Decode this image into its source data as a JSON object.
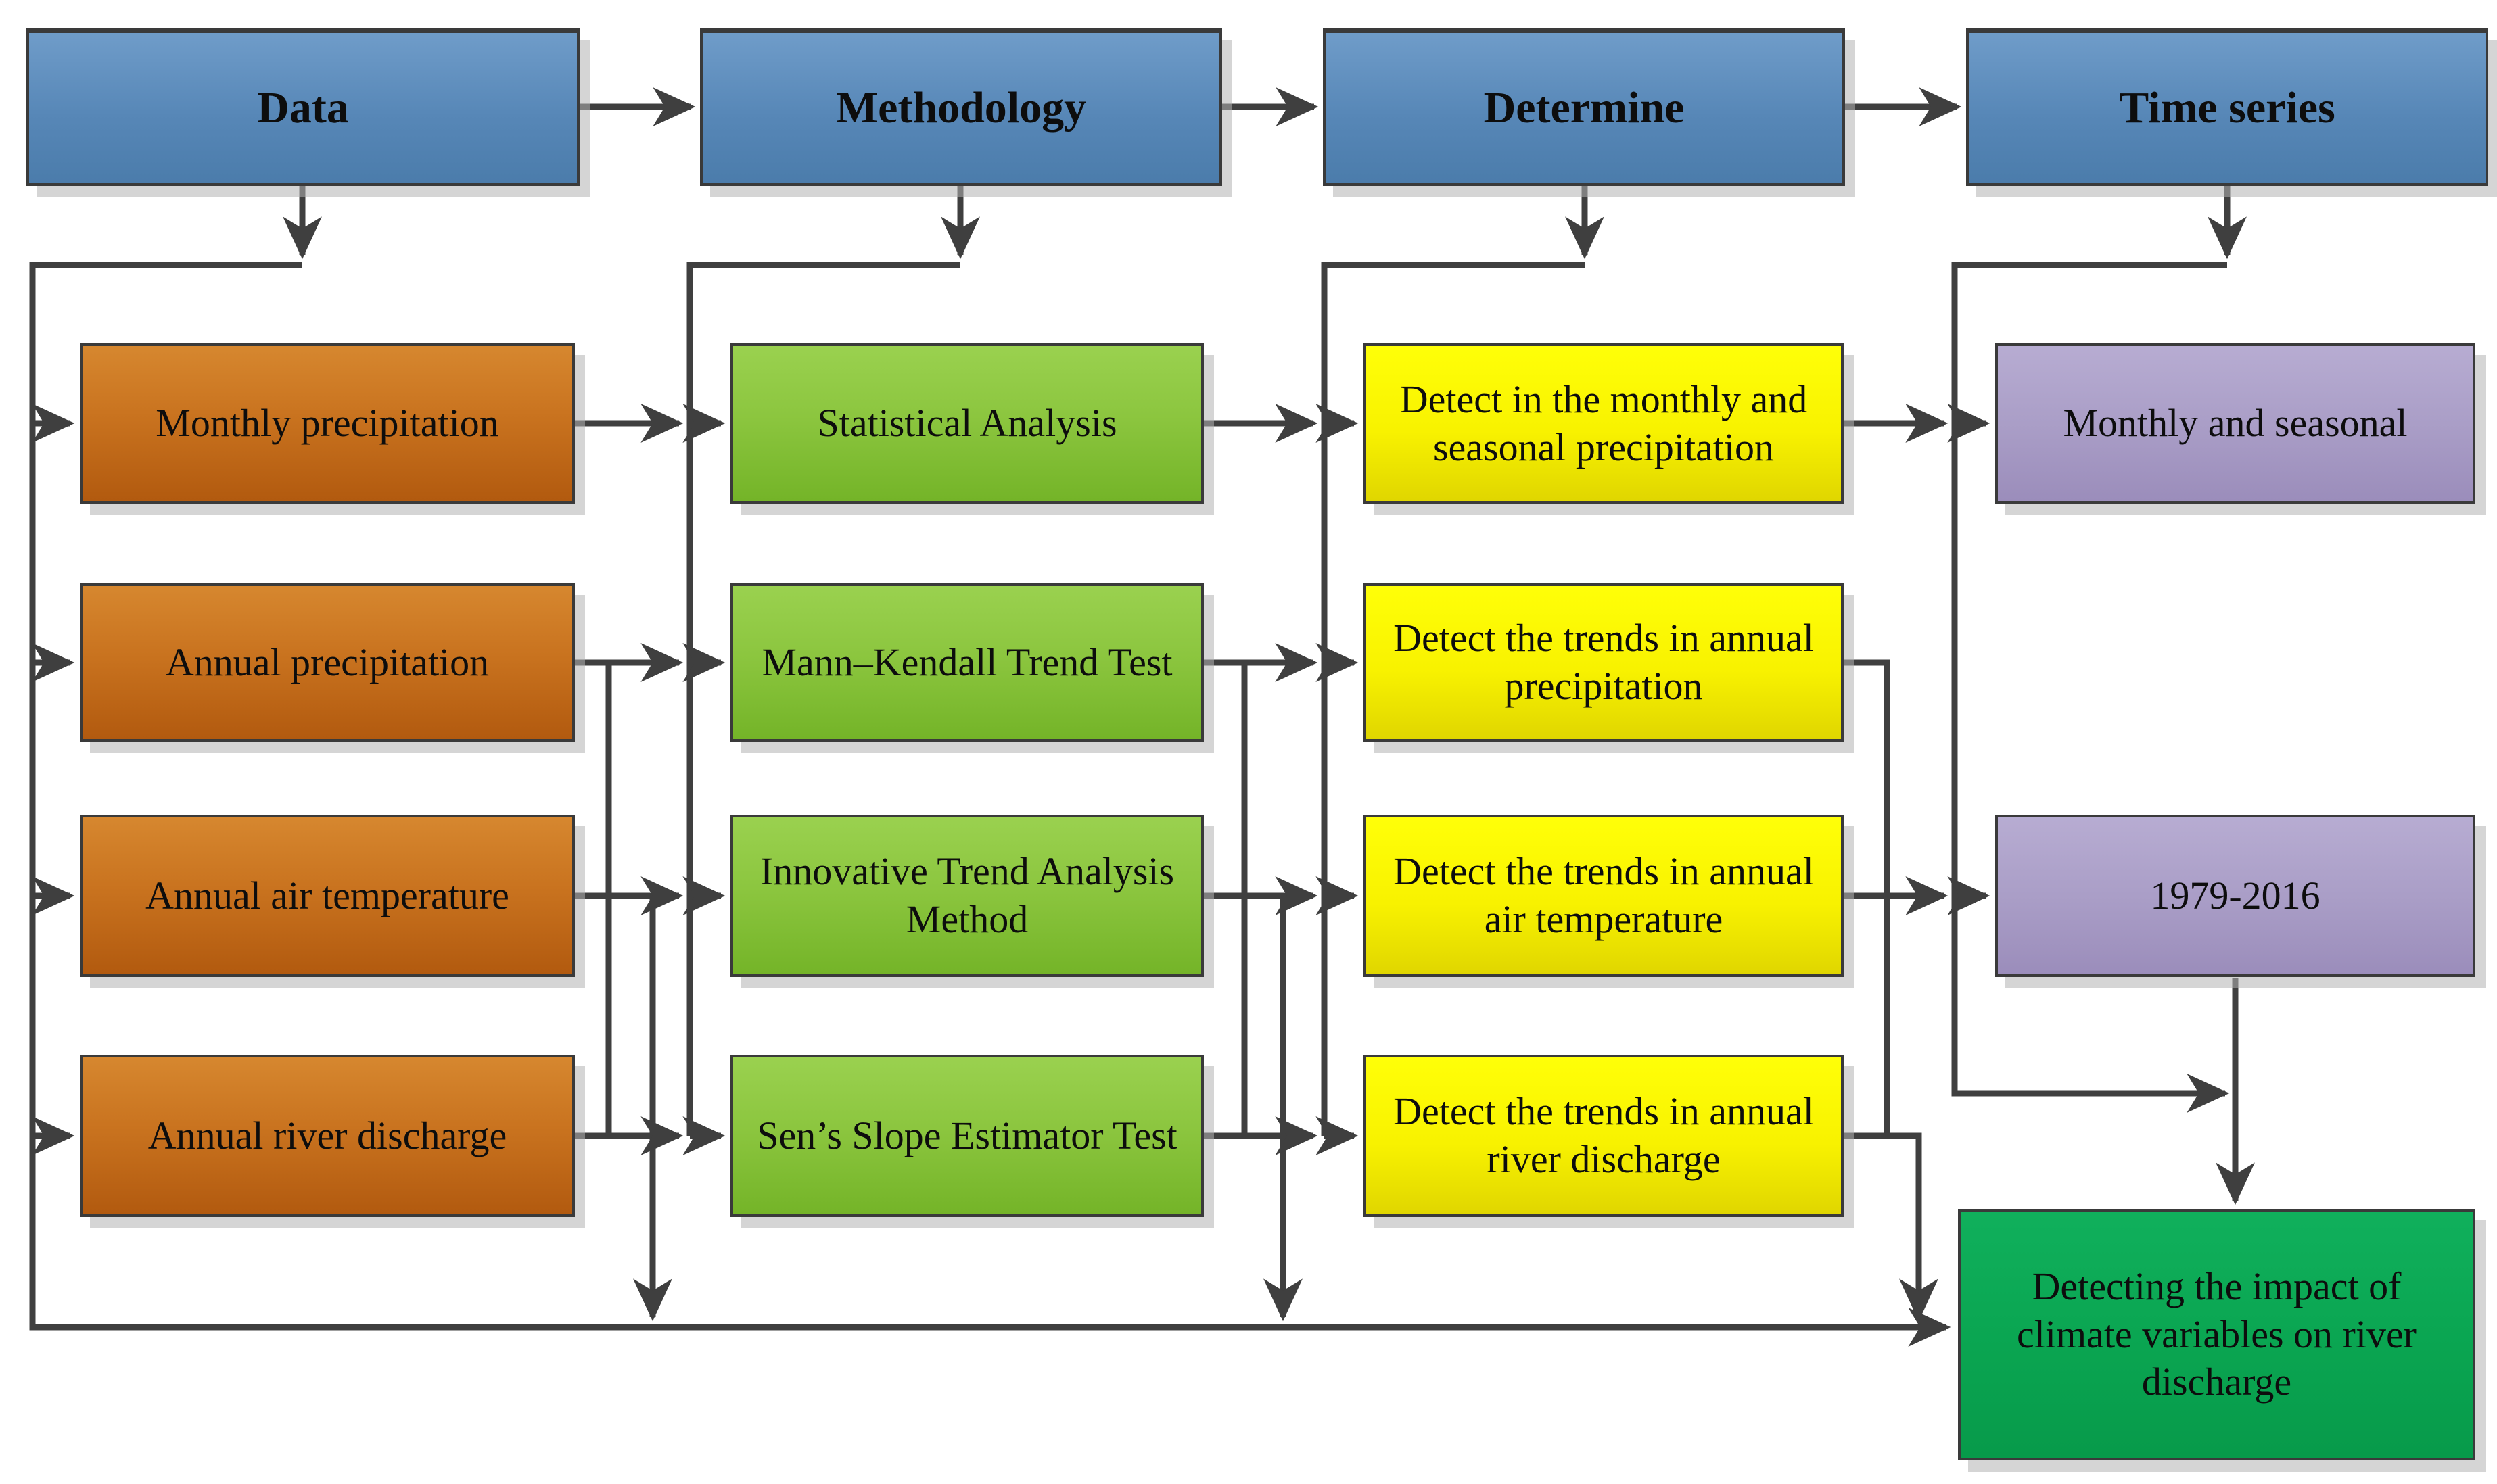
{
  "headers": [
    "Data",
    "Methodology",
    "Determine",
    "Time series"
  ],
  "data_sources": [
    "Monthly precipitation",
    "Annual precipitation",
    "Annual air temperature",
    "Annual river discharge"
  ],
  "methods": [
    "Statistical Analysis",
    "Mann–Kendall Trend Test",
    "Innovative Trend Analysis Method",
    "Sen’s Slope Estimator Test"
  ],
  "detections": [
    "Detect in the monthly and seasonal precipitation",
    "Detect the trends in annual precipitation",
    "Detect the trends in annual air temperature",
    "Detect the trends in annual river discharge"
  ],
  "time_series": [
    "Monthly and seasonal",
    "1979-2016"
  ],
  "outcome": "Detecting the impact of climate variables on river discharge",
  "colors": {
    "header_blue": "#5787b7",
    "data_orange": "#c9731f",
    "method_green": "#8cc63f",
    "detect_yellow": "#f8f200",
    "time_series_purple": "#aa9ec7",
    "outcome_green": "#0aa551",
    "connector_gray": "#3f3f3f",
    "shadow_gray": "#b2b2b2"
  }
}
